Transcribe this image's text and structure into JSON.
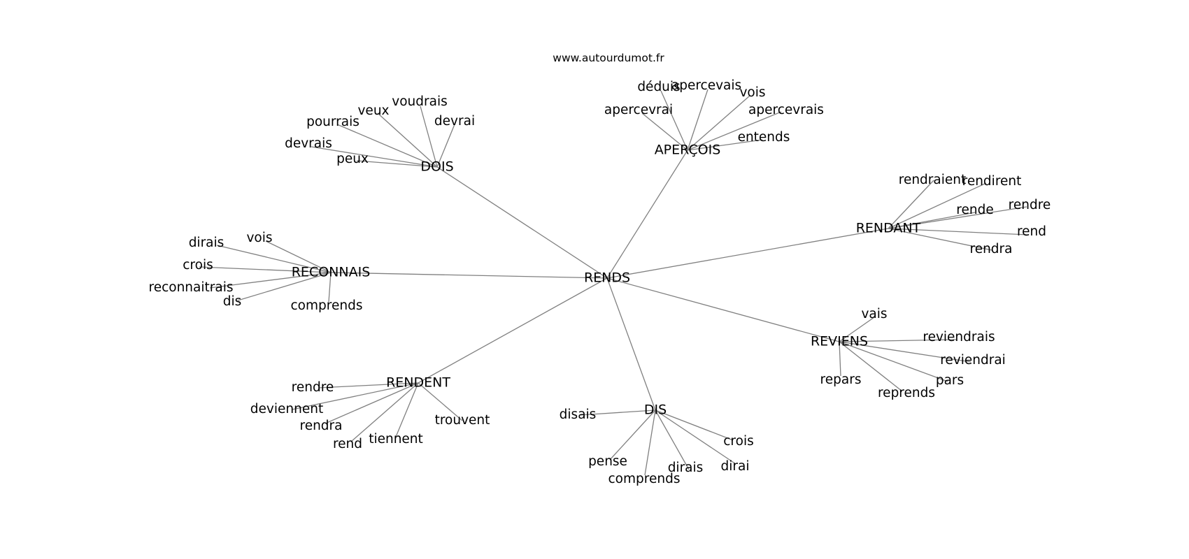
{
  "header": {
    "site": "www.autourdumot.fr"
  },
  "graph": {
    "center": "RENDS",
    "hubs": [
      {
        "word": "DOIS",
        "leaves": [
          "voudrais",
          "veux",
          "devrai",
          "pourrais",
          "devrais",
          "peux"
        ]
      },
      {
        "word": "APERÇOIS",
        "leaves": [
          "déduis",
          "apercevais",
          "vois",
          "apercevrai",
          "apercevrais",
          "entends"
        ]
      },
      {
        "word": "RENDANT",
        "leaves": [
          "rendraient",
          "rendirent",
          "rende",
          "rendre",
          "rend",
          "rendra"
        ]
      },
      {
        "word": "RECONNAIS",
        "leaves": [
          "vois",
          "dirais",
          "crois",
          "reconnaitrais",
          "dis",
          "comprends"
        ]
      },
      {
        "word": "REVIENS",
        "leaves": [
          "vais",
          "reviendrais",
          "reviendrai",
          "pars",
          "repars",
          "reprends"
        ]
      },
      {
        "word": "RENDENT",
        "leaves": [
          "rendre",
          "deviennent",
          "rendra",
          "rend",
          "tiennent",
          "trouvent"
        ]
      },
      {
        "word": "DIS",
        "leaves": [
          "disais",
          "crois",
          "pense",
          "dirais",
          "dirai",
          "comprends"
        ]
      }
    ]
  },
  "colors": {
    "edge": "#808080",
    "text": "#000000",
    "background": "#ffffff"
  }
}
